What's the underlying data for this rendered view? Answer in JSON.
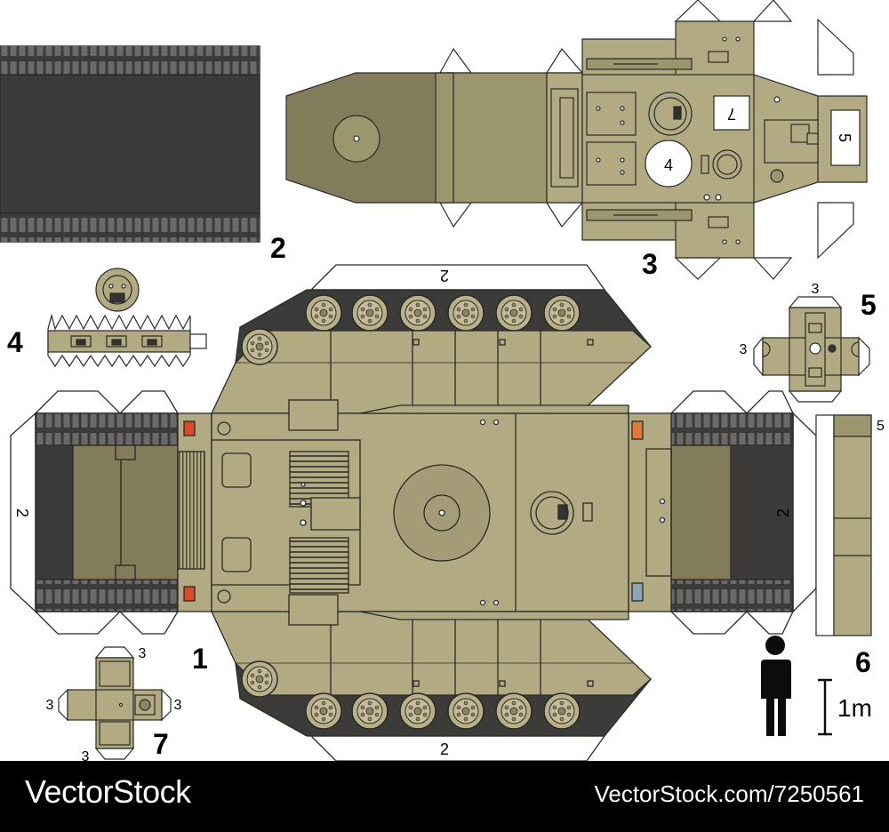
{
  "colors": {
    "khaki": "#b2aa82",
    "khaki_light": "#c2bb96",
    "khaki_dark": "#8a8462",
    "olive_dark": "#837d5c",
    "track": "#3d3b39",
    "tread": "#6b6a68",
    "outline": "#2a2a26",
    "figure": "#0c0c0c"
  },
  "labels": {
    "part_1": "1",
    "part_2": "2",
    "part_3": "3",
    "part_4": "4",
    "part_5": "5",
    "part_6": "6",
    "part_7": "7",
    "tab_2": "2",
    "tab_3": "3",
    "tab_5": "5",
    "hatch_4": "4",
    "hatch_7": "7",
    "hatch_5": "5"
  },
  "scale": {
    "label": "1m"
  },
  "footer": {
    "brand": "VectorStock",
    "url": "VectorStock.com/7250561"
  }
}
